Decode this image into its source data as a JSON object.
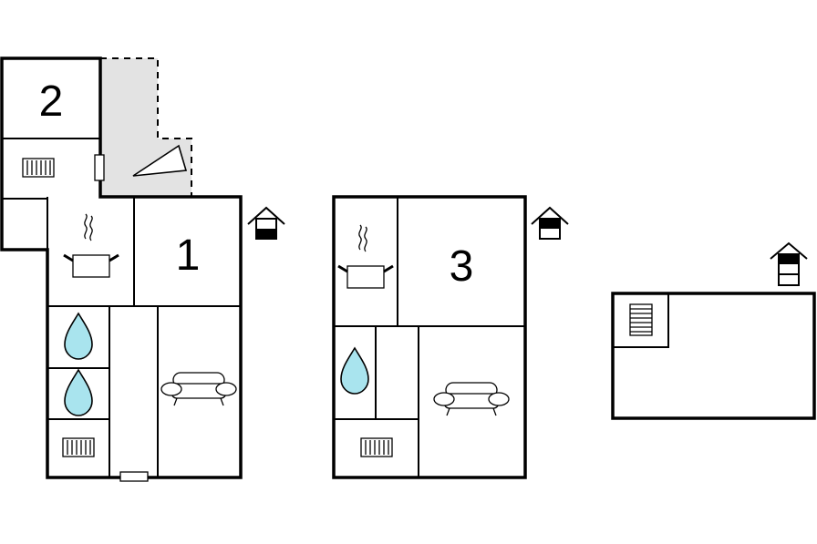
{
  "units": {
    "unit1": {
      "number": "1"
    },
    "unit2": {
      "number": "2"
    },
    "unit3": {
      "number": "3"
    }
  },
  "colors": {
    "wall": "#000000",
    "terrace": "#e3e3e3",
    "water": "#a9e4ee",
    "background": "#ffffff"
  },
  "icons": {
    "kitchen": "cooking-pot-icon",
    "bathroom": "water-drop-icon",
    "heating": "radiator-icon",
    "living": "sofa-icon",
    "floor_level": "house-floor-level-icon",
    "stairs": "stairs-icon",
    "terrace_direction": "triangle-icon"
  }
}
